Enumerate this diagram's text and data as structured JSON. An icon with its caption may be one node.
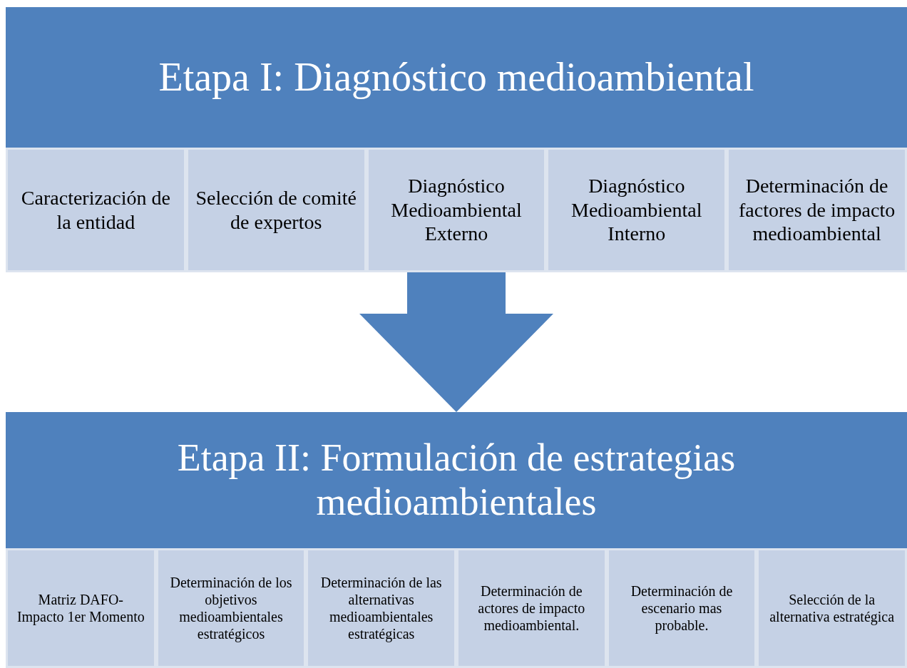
{
  "diagram": {
    "nodes": [
      {
        "text": [
          "Etapa I: Diagnóstico medioambiental"
        ]
      },
      {
        "text": [
          "Caracterización de la entidad"
        ],
        "in": 0
      },
      {
        "text": [
          "Selección de comité de expertos"
        ],
        "in": 0
      },
      {
        "text": [
          "Diagnóstico Medioambiental Externo"
        ],
        "in": 0
      },
      {
        "text": [
          "Diagnóstico Medioambiental Interno"
        ],
        "in": 0
      },
      {
        "text": [
          "Determinación de factores de impacto medioambiental"
        ],
        "in": 0
      },
      {
        "text": [
          "Etapa II: Formulación de estrategias medioambientales"
        ]
      },
      {
        "text": [
          "Matriz DAFO-Impacto 1er Momento"
        ],
        "in": 6
      },
      {
        "text": [
          "Determinación de los objetivos medioambientales estratégicos"
        ],
        "in": 6
      },
      {
        "text": [
          "Determinación de las alternativas medioambientales estratégicas"
        ],
        "in": 6
      },
      {
        "text": [
          "Determinación de actores de impacto medioambiental."
        ],
        "in": 6
      },
      {
        "text": [
          "Determinación de escenario mas probable."
        ],
        "in": 6
      },
      {
        "text": [
          "Selección de la alternativa estratégica"
        ],
        "in": 6
      }
    ],
    "edges": [
      {
        "from": 0,
        "to": 6,
        "arrow": "to"
      }
    ]
  }
}
